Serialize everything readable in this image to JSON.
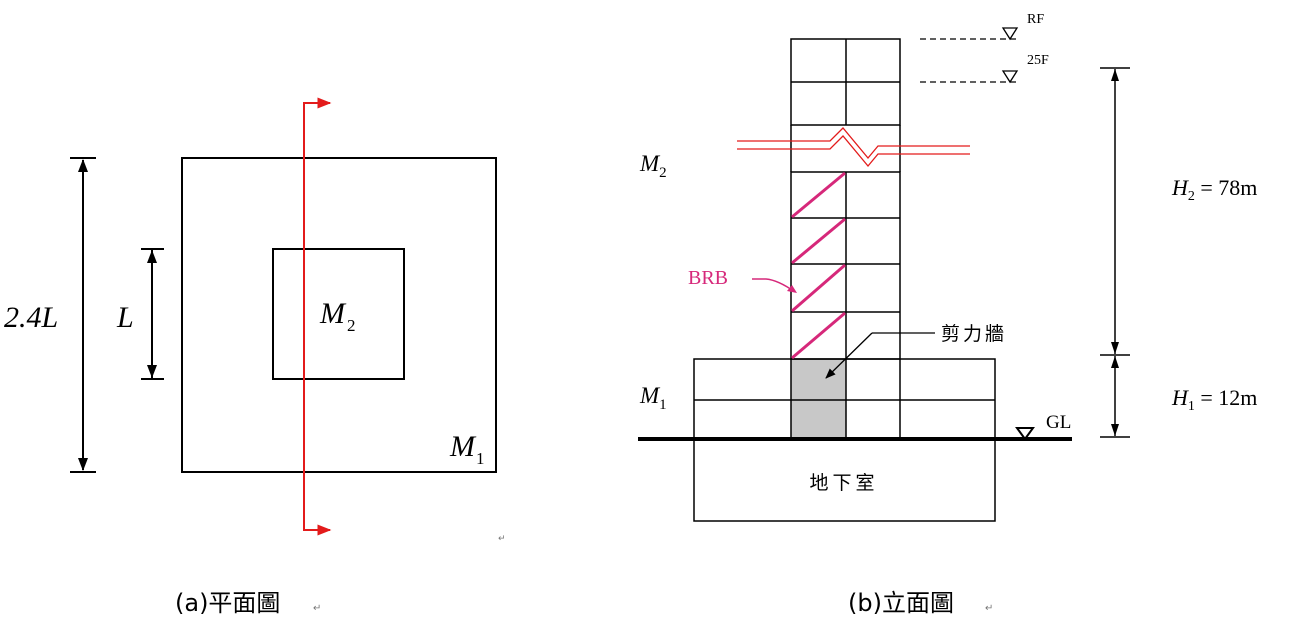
{
  "plan": {
    "dim_outer": "2.4L",
    "dim_inner": "L",
    "inner_label_main": "M",
    "inner_label_sub": "2",
    "outer_label_main": "M",
    "outer_label_sub": "1",
    "return_mark": "↵"
  },
  "elevation": {
    "level_rf": "RF",
    "level_25f": "25F",
    "tower_label_main": "M",
    "tower_label_sub": "2",
    "podium_label_main": "M",
    "podium_label_sub": "1",
    "brb_label": "BRB",
    "shear_wall_label": "剪力牆",
    "ground_label": "GL",
    "basement_label": "地下室",
    "h2_var": "H",
    "h2_sub": "2",
    "h2_value": " = 78m",
    "h1_var": "H",
    "h1_sub": "1",
    "h1_value": " = 12m"
  },
  "captions": {
    "plan": "(a)平面圖",
    "elevation": "(b)立面圖",
    "return_mark": "↵"
  },
  "colors": {
    "line": "#000000",
    "section_cut": "#e31b1b",
    "brb": "#d6287a",
    "shear_wall_fill": "#c8c8c8"
  }
}
